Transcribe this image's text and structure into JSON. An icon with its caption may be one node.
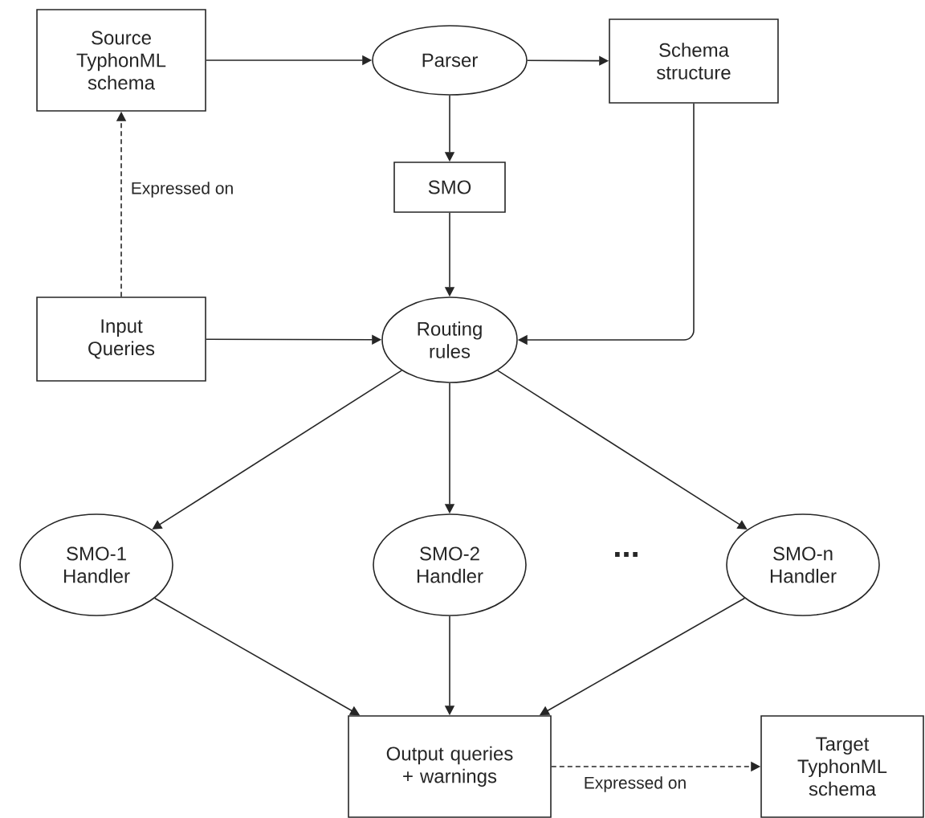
{
  "diagram": {
    "nodes": [
      {
        "text": [
          "Source TyphonML schema"
        ]
      },
      {
        "text": [
          "Parser"
        ]
      },
      {
        "text": [
          "Schema structure"
        ]
      },
      {
        "text": [
          "SMO"
        ]
      },
      {
        "text": [
          "Input Queries"
        ]
      },
      {
        "text": [
          "Routing rules"
        ]
      },
      {
        "text": [
          "SMO-1 Handler"
        ]
      },
      {
        "text": [
          "SMO-2 Handler"
        ]
      },
      {
        "text": [
          "SMO-n Handler"
        ]
      },
      {
        "text": [
          "Output queries + warnings"
        ]
      },
      {
        "text": [
          "Target TyphonML schema"
        ]
      }
    ],
    "edges": [
      {
        "from": 0,
        "to": 1,
        "arrow": "to"
      },
      {
        "from": 1,
        "to": 2,
        "arrow": "to"
      },
      {
        "from": 1,
        "to": 3,
        "arrow": "to"
      },
      {
        "from": 4,
        "to": 0,
        "arrow": "to",
        "style": "dashed",
        "label": "Expressed on"
      },
      {
        "from": 3,
        "to": 5,
        "arrow": "to"
      },
      {
        "from": 4,
        "to": 5,
        "arrow": "to"
      },
      {
        "from": 2,
        "to": 5,
        "arrow": "to"
      },
      {
        "from": 5,
        "to": 6,
        "arrow": "to"
      },
      {
        "from": 5,
        "to": 7,
        "arrow": "to"
      },
      {
        "from": 5,
        "to": 8,
        "arrow": "to"
      },
      {
        "from": 6,
        "to": 9,
        "arrow": "to"
      },
      {
        "from": 7,
        "to": 9,
        "arrow": "to"
      },
      {
        "from": 8,
        "to": 9,
        "arrow": "to"
      },
      {
        "from": 9,
        "to": 10,
        "arrow": "to",
        "style": "dashed",
        "label": "Expressed on"
      }
    ],
    "labels": [
      "..."
    ]
  }
}
